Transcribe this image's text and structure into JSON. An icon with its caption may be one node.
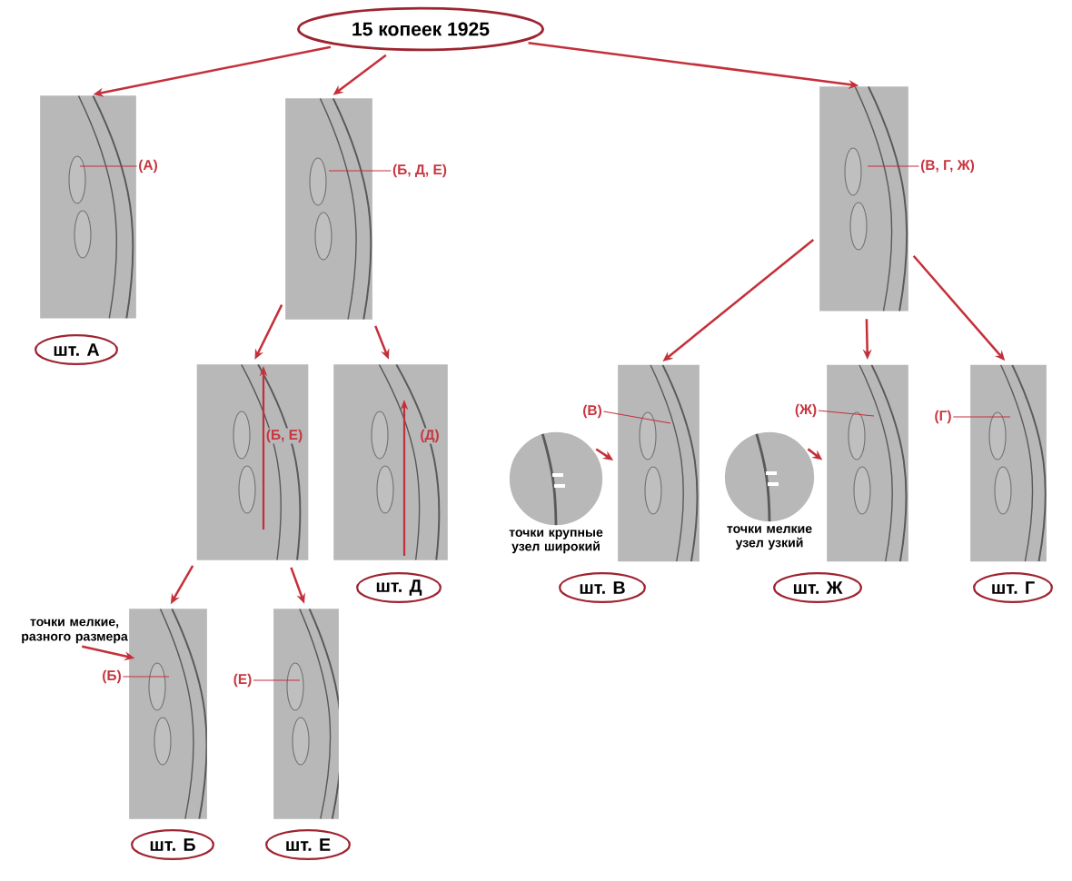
{
  "diagram": {
    "nodes": [
      {
        "text": [
          "15 копеек 1925"
        ]
      },
      {
        "text": [],
        "shape": "picture"
      },
      {
        "text": [],
        "shape": "picture"
      },
      {
        "text": [],
        "shape": "picture"
      },
      {
        "text": [
          "шт. А"
        ]
      },
      {
        "text": [],
        "shape": "picture"
      },
      {
        "text": [],
        "shape": "picture"
      },
      {
        "text": [],
        "shape": "picture"
      },
      {
        "text": [],
        "shape": "circle",
        "beside": [
          "точки крупные узел широкий"
        ]
      },
      {
        "text": [],
        "shape": "picture"
      },
      {
        "text": [],
        "shape": "circle",
        "beside": [
          "точки мелкие узел узкий"
        ]
      },
      {
        "text": [],
        "shape": "picture"
      },
      {
        "text": [
          "шт. Д"
        ]
      },
      {
        "text": [
          "шт. В"
        ]
      },
      {
        "text": [
          "шт. Ж"
        ]
      },
      {
        "text": [
          "шт. Г"
        ]
      },
      {
        "text": [],
        "shape": "picture"
      },
      {
        "text": [],
        "shape": "picture"
      },
      {
        "text": [
          "шт. Б"
        ]
      },
      {
        "text": [
          "шт. Е"
        ]
      },
      {
        "text": [
          "(А)"
        ]
      },
      {
        "text": [
          "(Б, Д, Е)"
        ]
      },
      {
        "text": [
          "(В, Г, Ж)"
        ]
      },
      {
        "text": [
          "(В)"
        ]
      },
      {
        "text": [
          "(Ж)"
        ]
      },
      {
        "text": [
          "(Г)"
        ]
      },
      {
        "text": [
          "(Б)"
        ]
      },
      {
        "text": [
          "(Е)"
        ]
      },
      {
        "text": [
          "точки мелкие, разного размера"
        ]
      }
    ],
    "edges": [
      {
        "from": 0,
        "to": 1,
        "arrow": "to"
      },
      {
        "from": 0,
        "to": 2,
        "arrow": "to"
      },
      {
        "from": 0,
        "to": 3,
        "arrow": "to"
      },
      {
        "from": 2,
        "to": 5,
        "arrow": "to"
      },
      {
        "from": 2,
        "to": 6,
        "arrow": "to"
      },
      {
        "from": 3,
        "to": 7,
        "arrow": "to"
      },
      {
        "from": 3,
        "to": 9,
        "arrow": "to"
      },
      {
        "from": 3,
        "to": 11,
        "arrow": "to"
      },
      {
        "from": 8,
        "to": 7,
        "arrow": "to"
      },
      {
        "from": 10,
        "to": 9,
        "arrow": "to"
      },
      {
        "from": 5,
        "to": 16,
        "arrow": "to"
      },
      {
        "from": 5,
        "to": 17,
        "arrow": "to"
      },
      {
        "from": 28,
        "to": 16,
        "arrow": "to"
      },
      {
        "from": 20,
        "to": 1,
        "arrow": "none"
      },
      {
        "from": 21,
        "to": 2,
        "arrow": "none"
      },
      {
        "from": 22,
        "to": 3,
        "arrow": "none"
      },
      {
        "from": 23,
        "to": 7,
        "arrow": "none"
      },
      {
        "from": 24,
        "to": 9,
        "arrow": "none"
      },
      {
        "from": 25,
        "to": 11,
        "arrow": "none"
      },
      {
        "from": 26,
        "to": 16,
        "arrow": "none"
      },
      {
        "from": 27,
        "to": 17,
        "arrow": "none"
      }
    ],
    "labels": [
      "(Б, Е)",
      "(Д)"
    ]
  }
}
